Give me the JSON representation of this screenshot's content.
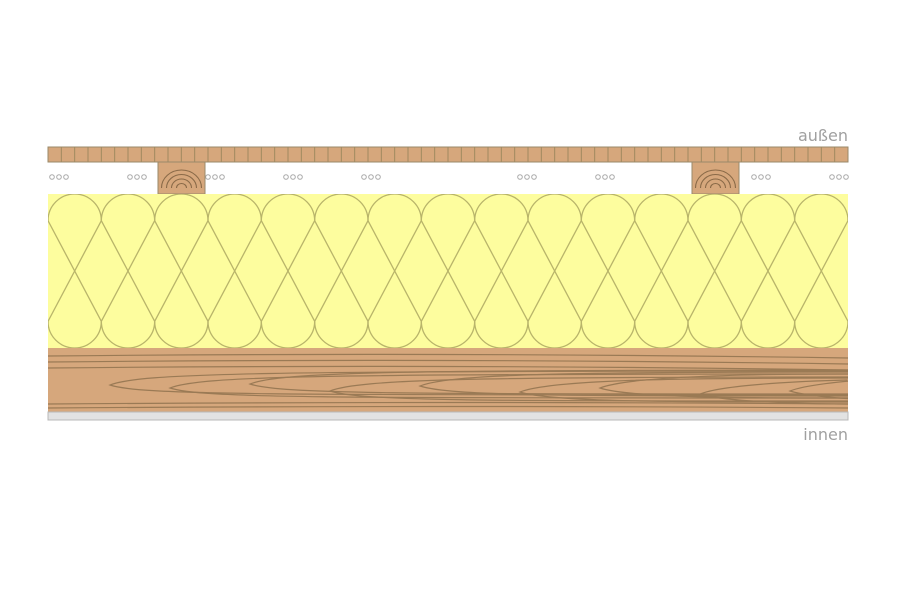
{
  "labels": {
    "outside": "außen",
    "inside": "innen"
  },
  "layers": [
    "boarding",
    "air-gap-with-battens",
    "insulation",
    "solid-timber",
    "plaster"
  ],
  "colors": {
    "wood": "#d6a77c",
    "wood_line": "#9a7a55",
    "insulation": "#fdfd9e",
    "insulation_line": "#b8b46a",
    "plaster": "#e0e0e0",
    "label": "#a0a0a0"
  },
  "insulation_loops": 15,
  "board_count": 60
}
